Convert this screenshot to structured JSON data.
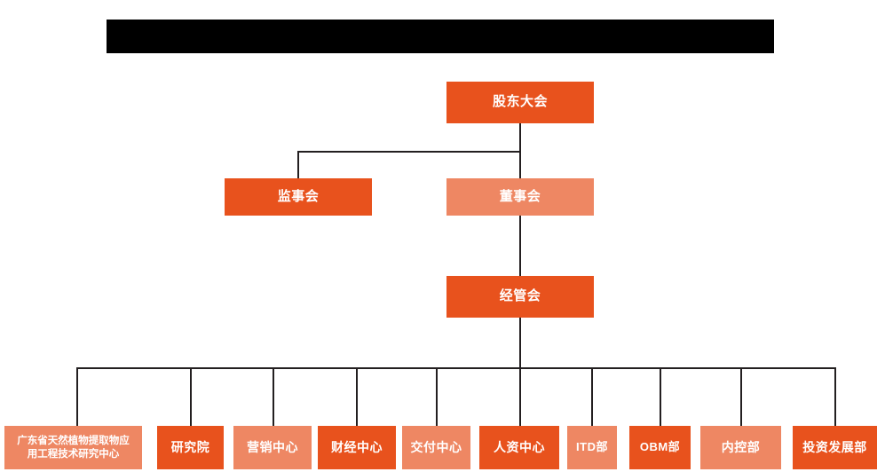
{
  "chart": {
    "title": "",
    "type": "org-chart",
    "background_color": "#ffffff",
    "colors": {
      "dark_orange": "#e8521d",
      "light_salmon": "#ee8763",
      "connector": "#231f20",
      "redaction": "#000000",
      "node_text": "#ffffff"
    },
    "redaction_bar": {
      "label": ""
    },
    "levels": [
      {
        "level": 1,
        "nodes": [
          {
            "id": "shareholders-meeting",
            "label": "股东大会",
            "tone": "dark"
          }
        ]
      },
      {
        "level": 2,
        "nodes": [
          {
            "id": "supervisory-board",
            "label": "监事会",
            "tone": "dark"
          },
          {
            "id": "board-of-directors",
            "label": "董事会",
            "tone": "light"
          }
        ]
      },
      {
        "level": 3,
        "nodes": [
          {
            "id": "management-committee",
            "label": "经管会",
            "tone": "dark"
          }
        ]
      },
      {
        "level": 4,
        "nodes": [
          {
            "id": "guangdong-research-center",
            "label_line1": "广东省天然植物提取物应",
            "label_line2": "用工程技术研究中心",
            "tone": "light"
          },
          {
            "id": "research-institute",
            "label": "研究院",
            "tone": "dark"
          },
          {
            "id": "marketing-center",
            "label": "营销中心",
            "tone": "light"
          },
          {
            "id": "finance-center",
            "label": "财经中心",
            "tone": "dark"
          },
          {
            "id": "delivery-center",
            "label": "交付中心",
            "tone": "light"
          },
          {
            "id": "hr-center",
            "label": "人资中心",
            "tone": "dark"
          },
          {
            "id": "itd-department",
            "label": "ITD部",
            "tone": "light"
          },
          {
            "id": "obm-department",
            "label": "OBM部",
            "tone": "dark"
          },
          {
            "id": "internal-control-department",
            "label": "内控部",
            "tone": "light"
          },
          {
            "id": "investment-development-department",
            "label": "投资发展部",
            "tone": "dark"
          }
        ]
      }
    ]
  }
}
